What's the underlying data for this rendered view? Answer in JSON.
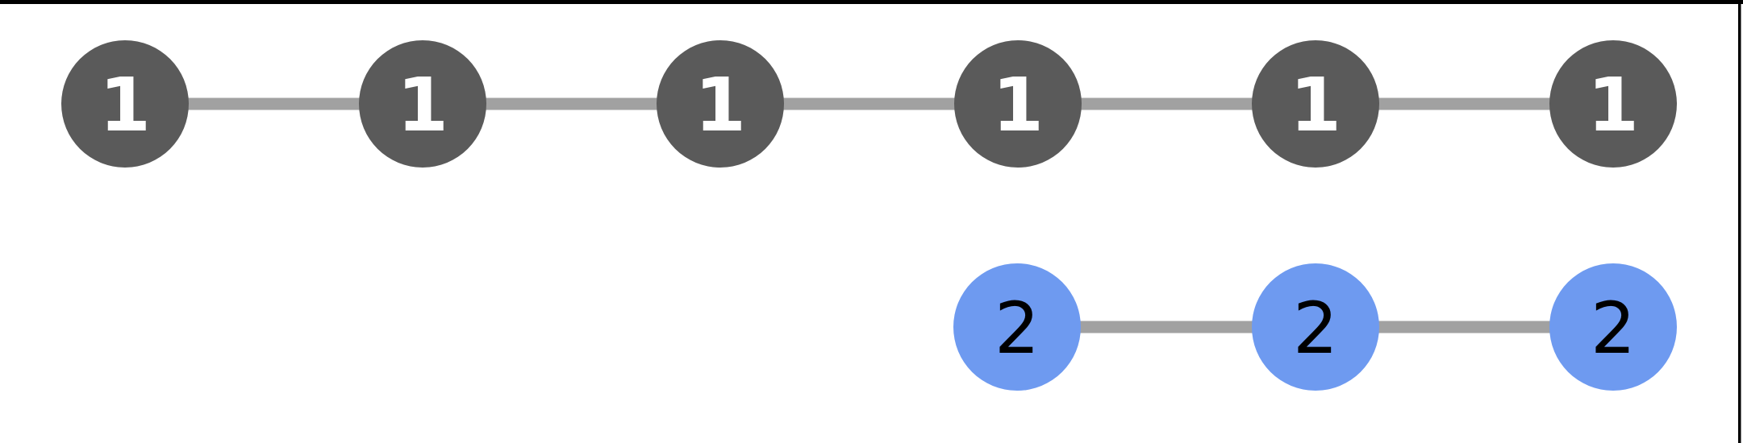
{
  "diagram": {
    "background": "#ffffff",
    "frame_color": "#000000",
    "edge_color": "#a1a1a1",
    "rows": [
      {
        "name": "path-graph-top",
        "node_fill": "#5a5a5a",
        "label_color": "#ffffff",
        "node_count": 6,
        "labels": [
          "1",
          "1",
          "1",
          "1",
          "1",
          "1"
        ]
      },
      {
        "name": "path-graph-bottom",
        "node_fill": "#6e9af0",
        "label_color": "#000000",
        "node_count": 3,
        "labels": [
          "2",
          "2",
          "2"
        ]
      }
    ]
  }
}
